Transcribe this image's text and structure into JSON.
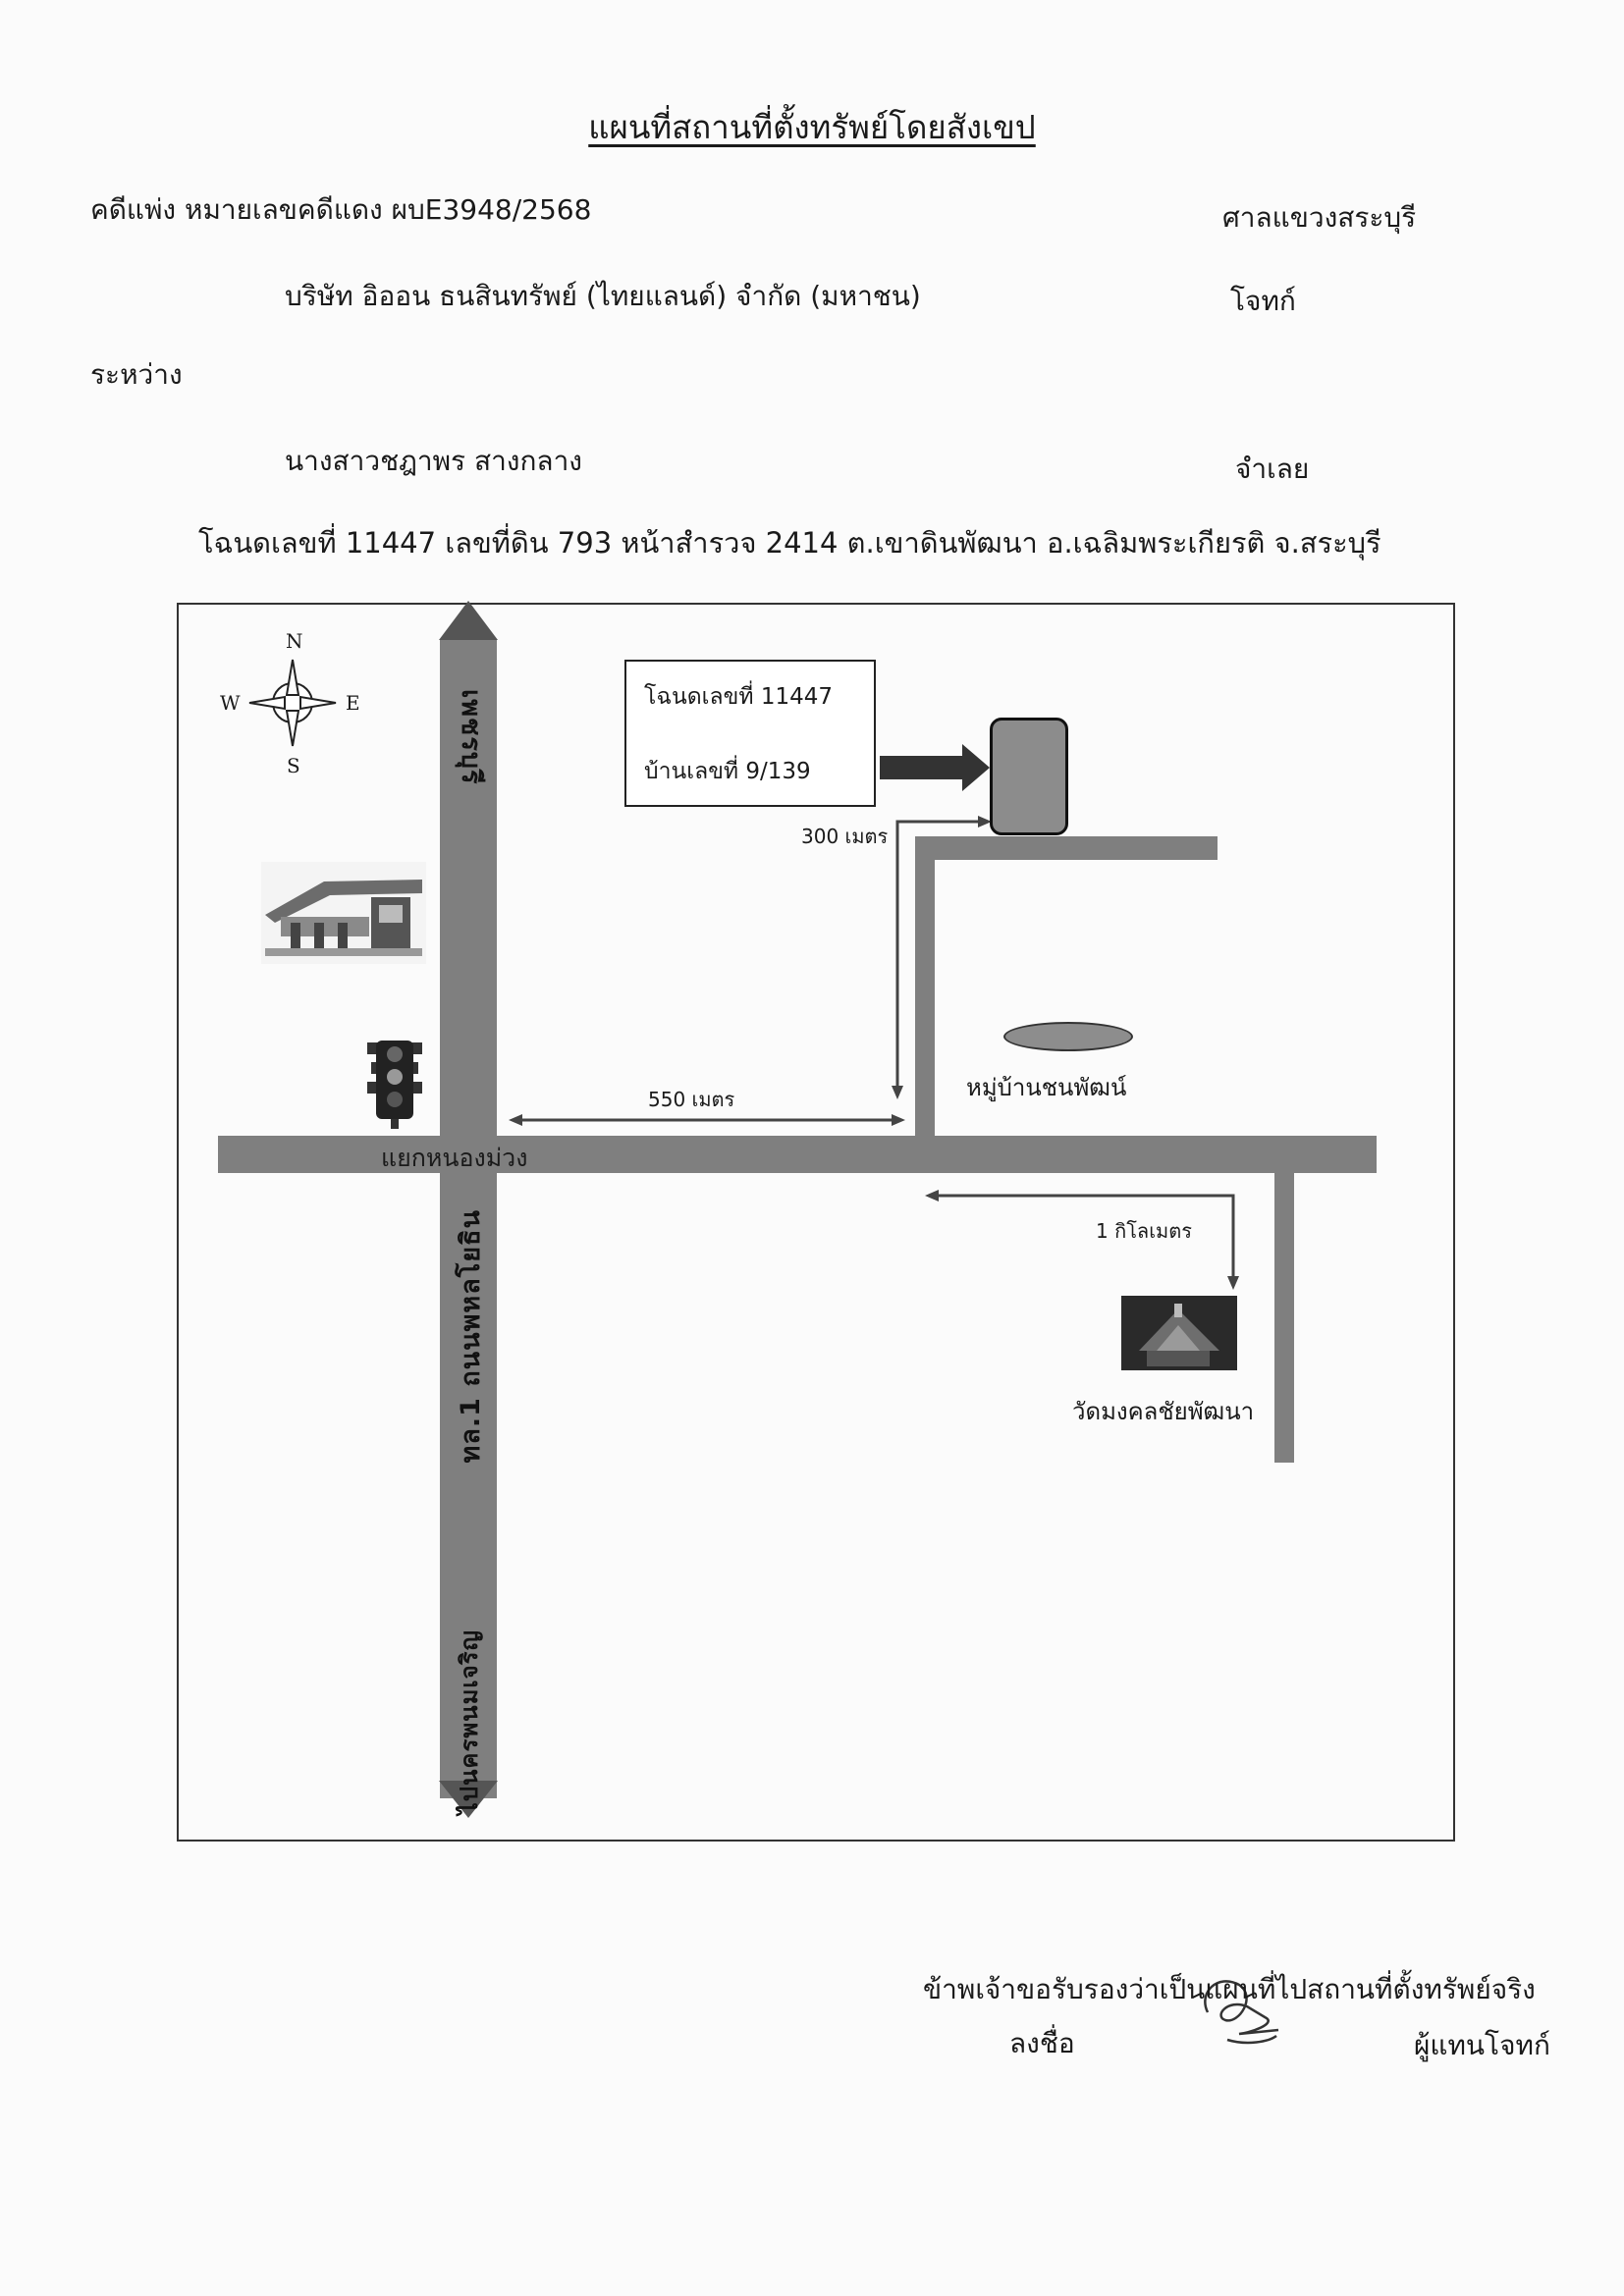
{
  "title": "แผนที่สถานที่ตั้งทรัพย์โดยสังเขป",
  "header": {
    "case_line": "คดีแพ่ง  หมายเลขคดีแดง  ผบE3948/2568",
    "court": "ศาลแขวงสระบุรี",
    "plaintiff_name": "บริษัท อิออน ธนสินทรัพย์ (ไทยแลนด์) จำกัด (มหาชน)",
    "plaintiff_role": "โจทก์",
    "between": "ระหว่าง",
    "defendant_name": "นางสาวชฎาพร   สางกลาง",
    "defendant_role": "จำเลย",
    "deed_line": "โฉนดเลขที่  11447  เลขที่ดิน  793   หน้าสำรวจ  2414   ต.เขาดินพัฒนา  อ.เฉลิมพระเกียรติ   จ.สระบุรี"
  },
  "map": {
    "compass": {
      "n": "N",
      "s": "S",
      "e": "E",
      "w": "W"
    },
    "info_box": {
      "deed": "โฉนดเลขที่ 11447",
      "house_no": "บ้านเลขที่ 9/139"
    },
    "road_north_label": "เพชรบุรี",
    "road_south_label_1": "ทล.1 ถนนพหลโยธิน",
    "road_south_label_2": "ไปนครพนมเจริญ",
    "intersection": "แยกหนองม่วง",
    "dist_300": "300 เมตร",
    "dist_550": "550 เมตร",
    "dist_1km": "1 กิโลเมตร",
    "village": "หมู่บ้านชนพัฒน์",
    "temple": "วัดมงคลชัยพัฒนา",
    "road_color": "#7f7f7f",
    "house_color": "#8c8c8c"
  },
  "footer": {
    "certify": "ข้าพเจ้าขอรับรองว่าเป็นแผนที่ไปสถานที่ตั้งทรัพย์จริง",
    "sign_label": "ลงชื่อ",
    "representative": "ผู้แทนโจทก์"
  }
}
